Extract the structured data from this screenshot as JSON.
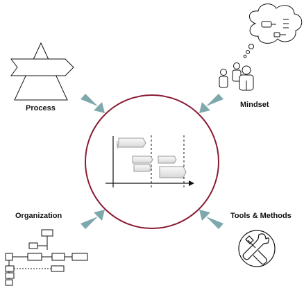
{
  "labels": {
    "process": "Process",
    "mindset": "Mindset",
    "organization": "Organization",
    "tools_methods": "Tools & Methods"
  },
  "colors": {
    "arrow": "#7fa8ad",
    "circle": "#8a1c34",
    "line": "#111111",
    "bar_fill": "#eeeeee",
    "bar_stroke": "#999999"
  },
  "icons": {
    "process": "process-flow-icon",
    "mindset": "people-thinking-icon",
    "organization": "org-chart-icon",
    "tools": "wrench-screwdriver-icon",
    "center": "gantt-chart-icon"
  }
}
